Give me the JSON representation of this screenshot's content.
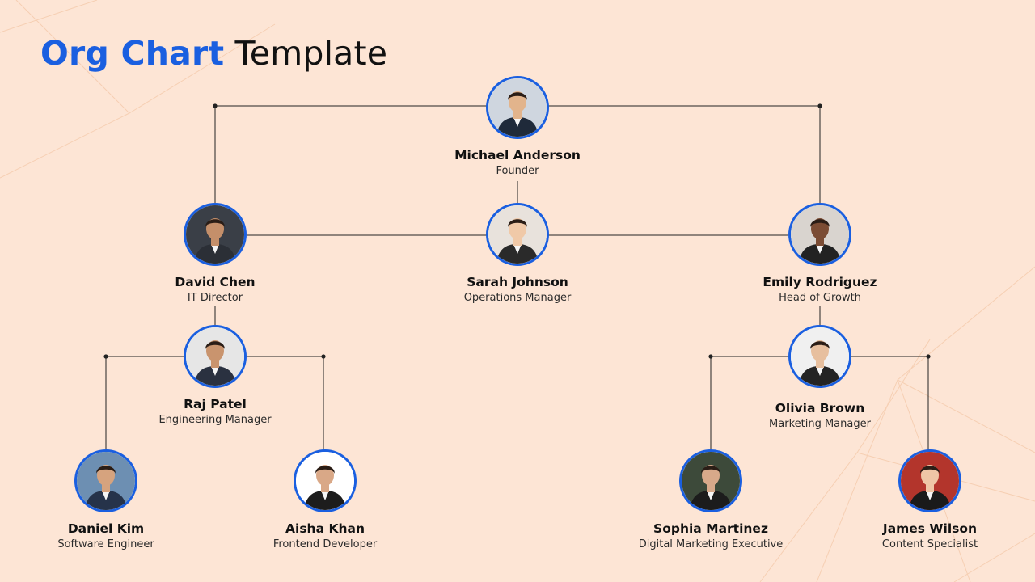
{
  "title": {
    "accent": "Org Chart",
    "rest": " Template"
  },
  "colors": {
    "background": "#fde5d5",
    "accent": "#1a5fe0",
    "line": "#222222",
    "text": "#111111"
  },
  "icons": {
    "avatar": "person-portrait-icon"
  },
  "people": [
    {
      "id": "michael-anderson",
      "name": "Michael Anderson",
      "role": "Founder"
    },
    {
      "id": "sarah-johnson",
      "name": "Sarah Johnson",
      "role": "Operations Manager"
    },
    {
      "id": "david-chen",
      "name": "David Chen",
      "role": "IT Director"
    },
    {
      "id": "emily-rodriguez",
      "name": "Emily Rodriguez",
      "role": "Head of Growth"
    },
    {
      "id": "raj-patel",
      "name": "Raj Patel",
      "role": "Engineering Manager"
    },
    {
      "id": "olivia-brown",
      "name": "Olivia Brown",
      "role": "Marketing Manager"
    },
    {
      "id": "daniel-kim",
      "name": "Daniel Kim",
      "role": "Software Engineer"
    },
    {
      "id": "aisha-khan",
      "name": "Aisha Khan",
      "role": "Frontend Developer"
    },
    {
      "id": "sophia-martinez",
      "name": "Sophia Martinez",
      "role": "Digital Marketing Executive"
    },
    {
      "id": "james-wilson",
      "name": "James Wilson",
      "role": "Content Specialist"
    }
  ]
}
